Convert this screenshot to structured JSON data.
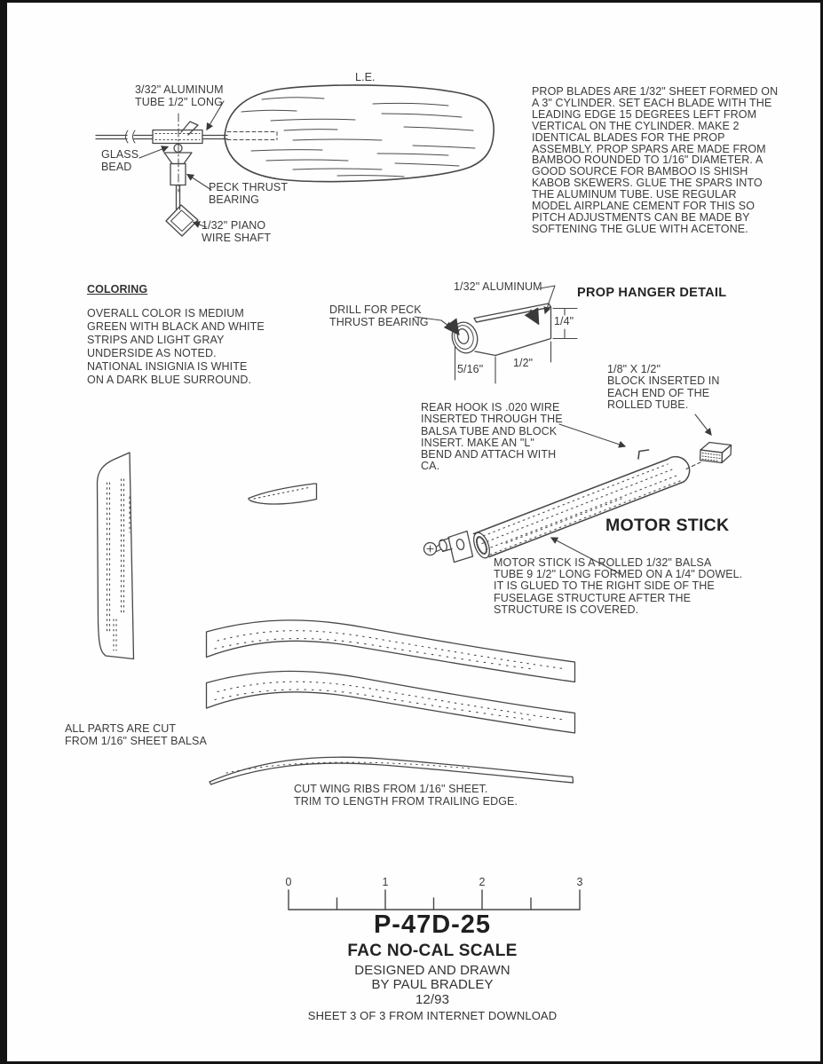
{
  "prop_detail": {
    "le_label": "L.E.",
    "tube_label": "3/32\" ALUMINUM\nTUBE 1/2\" LONG",
    "glass_bead_label": "GLASS\nBEAD",
    "thrust_bearing_label": "PECK THRUST\nBEARING",
    "wire_shaft_label": "1/32\" PIANO\nWIRE SHAFT",
    "notes": "PROP BLADES ARE 1/32\" SHEET FORMED ON\nA 3\" CYLINDER. SET EACH BLADE WITH THE\nLEADING EDGE 15 DEGREES  LEFT FROM\nVERTICAL ON THE CYLINDER. MAKE 2\nIDENTICAL BLADES FOR THE PROP\nASSEMBLY. PROP SPARS ARE MADE FROM\nBAMBOO ROUNDED TO 1/16\" DIAMETER. A\nGOOD SOURCE FOR BAMBOO IS SHISH\nKABOB SKEWERS. GLUE THE SPARS INTO\nTHE ALUMINUM TUBE. USE REGULAR\nMODEL AIRPLANE CEMENT FOR THIS SO\nPITCH ADJUSTMENTS CAN BE MADE BY\nSOFTENING THE GLUE WITH ACETONE."
  },
  "coloring": {
    "title": "COLORING",
    "text": "OVERALL COLOR IS MEDIUM\nGREEN WITH BLACK AND WHITE\nSTRIPS AND LIGHT GRAY\nUNDERSIDE AS NOTED.\nNATIONAL INSIGNIA IS WHITE\nON A DARK BLUE SURROUND."
  },
  "prop_hanger": {
    "title": "PROP HANGER DETAIL",
    "aluminum_label": "1/32\" ALUMINUM",
    "drill_label": "DRILL FOR PECK\nTHRUST BEARING",
    "dim_height": "1/4\"",
    "dim_left": "5/16\"",
    "dim_right": "1/2\""
  },
  "motor_stick": {
    "title": "MOTOR STICK",
    "block_label": "1/8\" X 1/2\"\nBLOCK INSERTED IN\nEACH END OF THE\nROLLED TUBE.",
    "rear_hook_label": "REAR HOOK IS .020 WIRE\nINSERTED THROUGH THE\nBALSA TUBE AND BLOCK\nINSERT.  MAKE AN \"L\"\nBEND AND ATTACH WITH\nCA.",
    "notes": "MOTOR STICK IS A ROLLED 1/32\" BALSA\nTUBE 9 1/2\" LONG FORMED ON A 1/4\" DOWEL.\nIT IS GLUED TO THE RIGHT SIDE OF THE\nFUSELAGE STRUCTURE AFTER THE\nSTRUCTURE IS COVERED."
  },
  "parts": {
    "all_parts_note": "ALL PARTS ARE CUT\nFROM 1/16\" SHEET BALSA",
    "wing_ribs_note": "CUT WING RIBS FROM 1/16\" SHEET.\nTRIM TO LENGTH FROM TRAILING EDGE."
  },
  "scale_ruler": {
    "labels": [
      "0",
      "1",
      "2",
      "3"
    ]
  },
  "title_block": {
    "title": "P-47D-25",
    "subtitle": "FAC NO-CAL SCALE",
    "designed_line1": "DESIGNED AND DRAWN",
    "designed_line2": "BY PAUL BRADLEY",
    "date": "12/93",
    "sheet_info": "SHEET 3 OF 3 FROM INTERNET DOWNLOAD"
  },
  "colors": {
    "ink": "#474747",
    "arrow": "#3a3a3a",
    "paper": "#fefefe",
    "border": "#141414"
  }
}
